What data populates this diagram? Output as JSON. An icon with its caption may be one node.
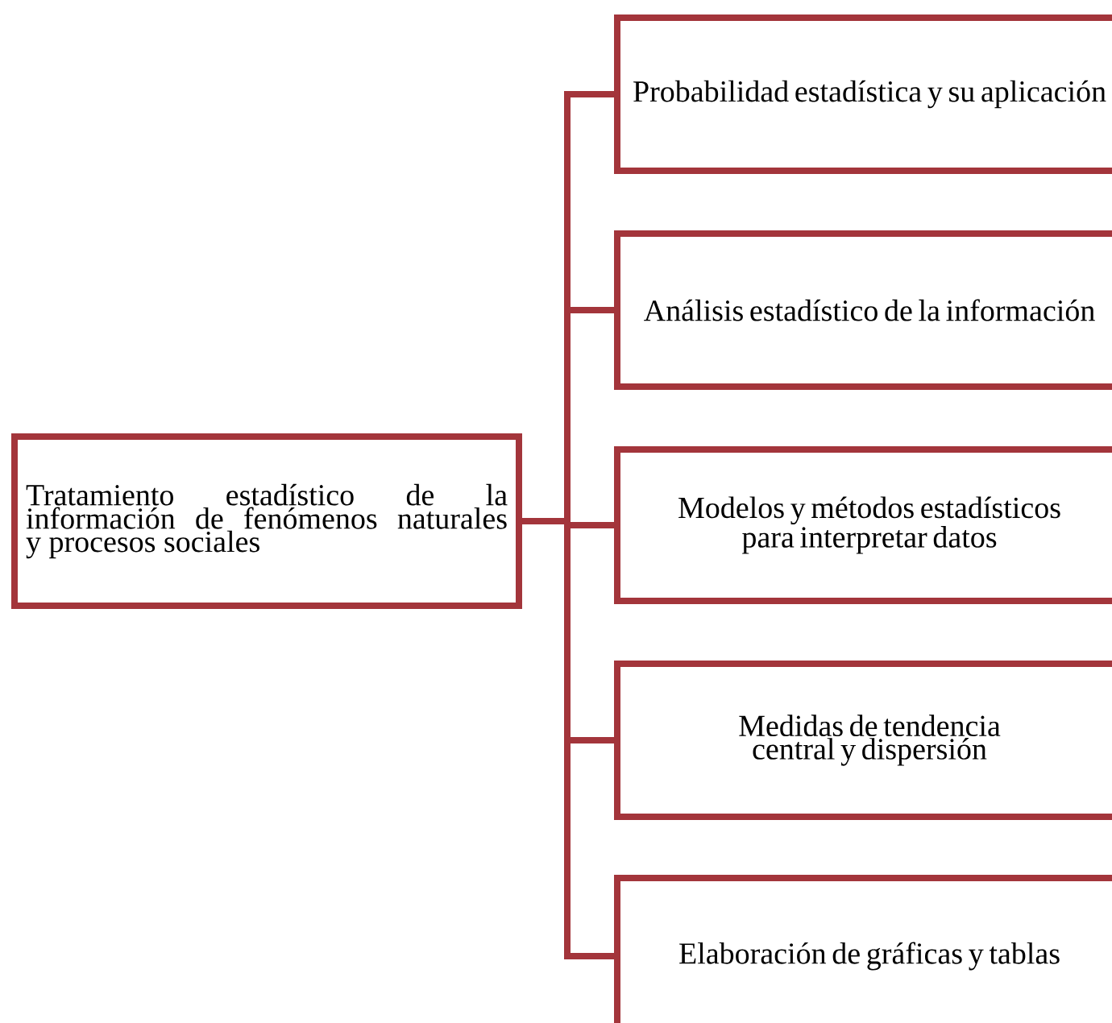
{
  "diagram": {
    "nodes": [
      {
        "text": [
          "Tratamiento estadístico de la información de fenómenos naturales y procesos sociales"
        ]
      },
      {
        "text": [
          "Probabilidad estadística y su aplicación"
        ]
      },
      {
        "text": [
          "Análisis estadístico de la información"
        ]
      },
      {
        "text": [
          "Modelos y métodos estadísticos para interpretar datos"
        ]
      },
      {
        "text": [
          "Medidas de tendencia central y dispersión"
        ]
      },
      {
        "text": [
          "Elaboración de gráficas y tablas"
        ]
      }
    ],
    "edges": [
      {
        "from": 0,
        "to": 1,
        "arrow": "none"
      },
      {
        "from": 0,
        "to": 2,
        "arrow": "none"
      },
      {
        "from": 0,
        "to": 3,
        "arrow": "none"
      },
      {
        "from": 0,
        "to": 4,
        "arrow": "none"
      },
      {
        "from": 0,
        "to": 5,
        "arrow": "none"
      }
    ]
  }
}
